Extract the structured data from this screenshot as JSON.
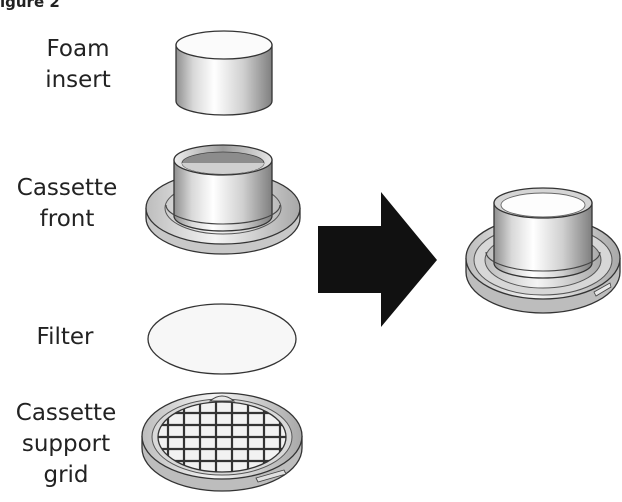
{
  "figure": {
    "caption": "igure 2"
  },
  "parts": [
    {
      "id": "foam",
      "label": "Foam\ninsert"
    },
    {
      "id": "front",
      "label": "Cassette\nfront"
    },
    {
      "id": "filter",
      "label": "Filter"
    },
    {
      "id": "grid",
      "label": "Cassette\nsupport\ngrid"
    }
  ],
  "colors": {
    "outline": "#333333",
    "metal_light": "#f2f2f2",
    "metal_dark": "#9a9a9a",
    "arrow": "#111111",
    "filter_fill": "#f7f7f7"
  }
}
